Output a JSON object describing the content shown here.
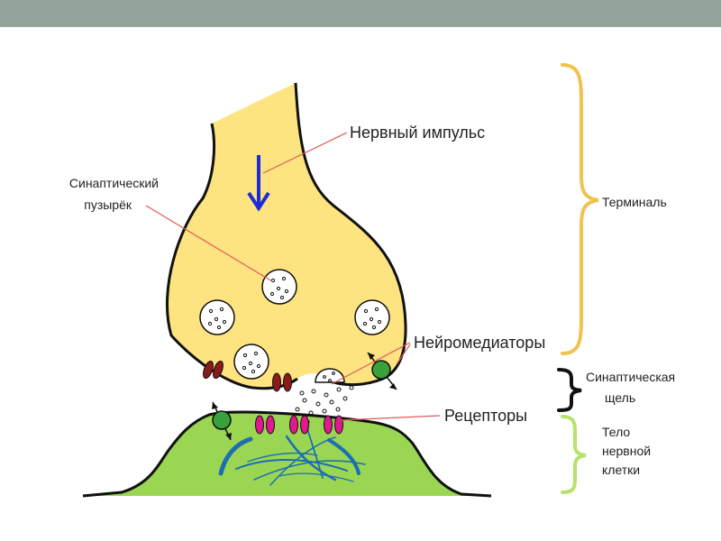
{
  "labels": {
    "impulse": "Нервный импульс",
    "vesicle_line1": "Синаптический",
    "vesicle_line2": "пузырёк",
    "neurotransmitters": "Нейромедиаторы",
    "receptors": "Рецепторы",
    "terminal": "Терминаль",
    "cleft_line1": "Синаптическая",
    "cleft_line2": "щель",
    "body_line1": "Тело",
    "body_line2": "нервной",
    "body_line3": "клетки"
  },
  "colors": {
    "header_bar": "#93a59b",
    "terminal_fill": "#fde480",
    "cell_fill": "#9bd653",
    "leader_line": "#e05a5a",
    "terminal_brace": "#f0c350",
    "cleft_brace": "#111111",
    "body_brace": "#b6e36a",
    "arrow": "#1f2bd6",
    "channel": "#8b1a1a",
    "receptor": "#e0198e",
    "transporter": "#3aa23a",
    "fibers": "#1d6fb0"
  },
  "icons": {
    "impulse_arrow": "down-arrow-icon"
  }
}
